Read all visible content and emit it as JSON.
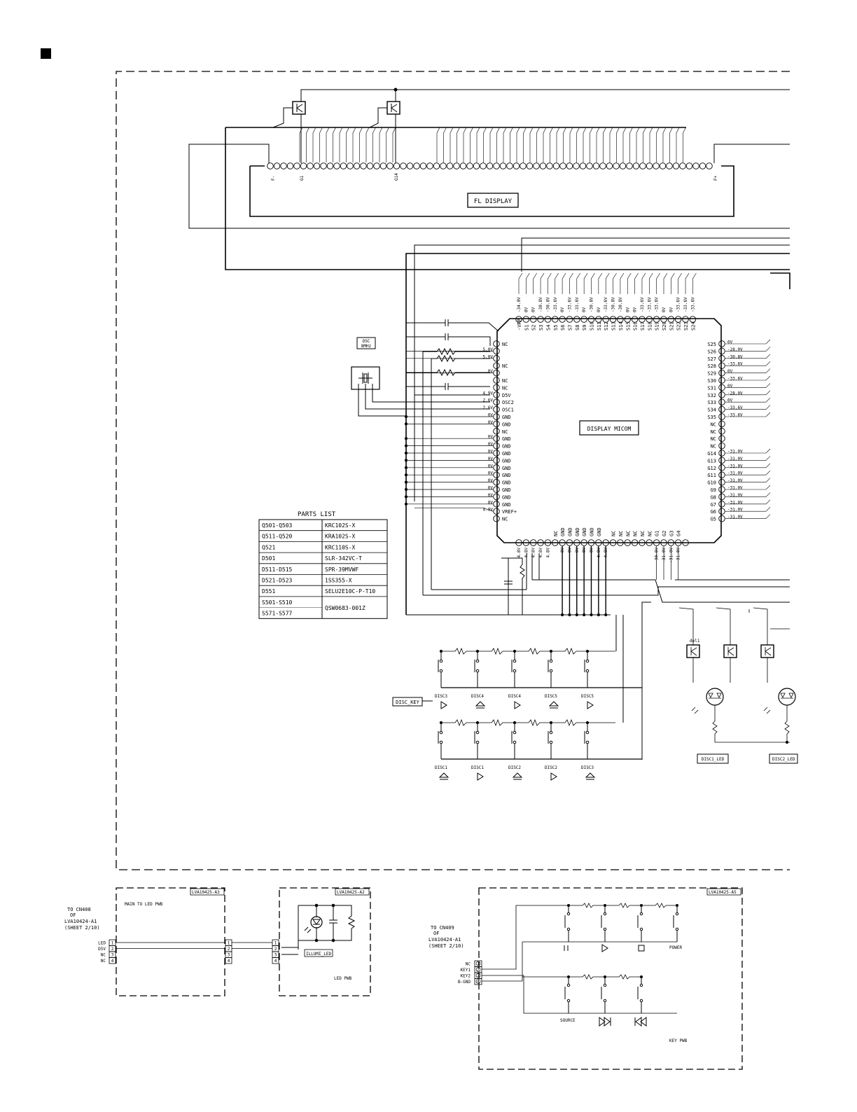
{
  "fl_display": {
    "title": "FL DISPLAY",
    "label_f_minus": "F-",
    "label_g1": "G1",
    "label_g14": "G14",
    "label_f_plus": "F+"
  },
  "micom": {
    "title": "DISPLAY MICOM",
    "osc_label_1": "OSC",
    "osc_label_2": "8MHz",
    "left_pins": [
      {
        "name": "NC",
        "v": ""
      },
      {
        "name": "",
        "v": "5.0V"
      },
      {
        "name": "",
        "v": "5.0V"
      },
      {
        "name": "NC",
        "v": ""
      },
      {
        "name": "",
        "v": "0V"
      },
      {
        "name": "NC",
        "v": ""
      },
      {
        "name": "NC",
        "v": ""
      },
      {
        "name": "D5V",
        "v": "4.9V"
      },
      {
        "name": "OSC2",
        "v": "2.6V"
      },
      {
        "name": "OSC1",
        "v": "2.6V"
      },
      {
        "name": "GND",
        "v": "0V"
      },
      {
        "name": "GND",
        "v": "0V"
      },
      {
        "name": "NC",
        "v": ""
      },
      {
        "name": "GND",
        "v": "0V"
      },
      {
        "name": "GND",
        "v": "0V"
      },
      {
        "name": "GND",
        "v": "0V"
      },
      {
        "name": "GND",
        "v": "0V"
      },
      {
        "name": "GND",
        "v": "0V"
      },
      {
        "name": "GND",
        "v": "0V"
      },
      {
        "name": "GND",
        "v": "0V"
      },
      {
        "name": "GND",
        "v": "0V"
      },
      {
        "name": "GND",
        "v": "0V"
      },
      {
        "name": "GND",
        "v": "0V"
      },
      {
        "name": "VREF+",
        "v": "4.9V"
      },
      {
        "name": "NC",
        "v": ""
      }
    ],
    "right_pins": [
      {
        "name": "S25",
        "v": "0V"
      },
      {
        "name": "S26",
        "v": "-28.0V"
      },
      {
        "name": "S27",
        "v": "-30.8V"
      },
      {
        "name": "S28",
        "v": "-33.6V"
      },
      {
        "name": "S29",
        "v": "0V"
      },
      {
        "name": "S30",
        "v": "-33.6V"
      },
      {
        "name": "S31",
        "v": "0V"
      },
      {
        "name": "S32",
        "v": "-28.0V"
      },
      {
        "name": "S33",
        "v": "0V"
      },
      {
        "name": "S34",
        "v": "-33.6V"
      },
      {
        "name": "S35",
        "v": "-33.6V"
      },
      {
        "name": "NC",
        "v": ""
      },
      {
        "name": "NC",
        "v": ""
      },
      {
        "name": "NC",
        "v": ""
      },
      {
        "name": "NC",
        "v": ""
      },
      {
        "name": "G14",
        "v": "-31.0V"
      },
      {
        "name": "G13",
        "v": "-31.0V"
      },
      {
        "name": "G12",
        "v": "-31.0V"
      },
      {
        "name": "G11",
        "v": "-31.0V"
      },
      {
        "name": "G10",
        "v": "-31.0V"
      },
      {
        "name": "G9",
        "v": "-31.0V"
      },
      {
        "name": "G8",
        "v": "-31.0V"
      },
      {
        "name": "G7",
        "v": "-31.0V"
      },
      {
        "name": "G6",
        "v": "-31.0V"
      },
      {
        "name": "G5",
        "v": "-31.0V"
      }
    ],
    "top_pins": [
      {
        "name": "-VPP",
        "v": "-34.0V"
      },
      {
        "name": "S1",
        "v": "0V"
      },
      {
        "name": "S2",
        "v": "0V"
      },
      {
        "name": "S3",
        "v": "-30.8V"
      },
      {
        "name": "S4",
        "v": "-30.8V"
      },
      {
        "name": "S5",
        "v": "-33.6V"
      },
      {
        "name": "S6",
        "v": "0V"
      },
      {
        "name": "S7",
        "v": "-33.6V"
      },
      {
        "name": "S8",
        "v": "-33.6V"
      },
      {
        "name": "S9",
        "v": "0V"
      },
      {
        "name": "S10",
        "v": "-30.8V"
      },
      {
        "name": "S11",
        "v": "0V"
      },
      {
        "name": "S12",
        "v": "-33.6V"
      },
      {
        "name": "S13",
        "v": "-30.8V"
      },
      {
        "name": "S14",
        "v": "-30.8V"
      },
      {
        "name": "S15",
        "v": "0V"
      },
      {
        "name": "S16",
        "v": "0V"
      },
      {
        "name": "S17",
        "v": "-33.6V"
      },
      {
        "name": "S18",
        "v": "-33.6V"
      },
      {
        "name": "S19",
        "v": "-33.6V"
      },
      {
        "name": "S20",
        "v": "0V"
      },
      {
        "name": "S21",
        "v": "0V"
      },
      {
        "name": "S22",
        "v": "-33.6V"
      },
      {
        "name": "S23",
        "v": "-33.6V"
      },
      {
        "name": "S24",
        "v": "-33.6V"
      }
    ],
    "bottom_pins": [
      {
        "name": "",
        "v": "4.8V"
      },
      {
        "name": "",
        "v": "4.8V"
      },
      {
        "name": "",
        "v": "4.8V"
      },
      {
        "name": "",
        "v": "4.8V"
      },
      {
        "name": "",
        "v": "4.8V"
      },
      {
        "name": "NC",
        "v": ""
      },
      {
        "name": "GND",
        "v": "0V"
      },
      {
        "name": "GND",
        "v": "0V"
      },
      {
        "name": "GND",
        "v": "0V"
      },
      {
        "name": "GND",
        "v": "0V"
      },
      {
        "name": "GND",
        "v": "0V"
      },
      {
        "name": "GND",
        "v": "4.8V"
      },
      {
        "name": "",
        "v": "4.8V"
      },
      {
        "name": "NC",
        "v": ""
      },
      {
        "name": "NC",
        "v": ""
      },
      {
        "name": "NC",
        "v": ""
      },
      {
        "name": "NC",
        "v": ""
      },
      {
        "name": "NC",
        "v": ""
      },
      {
        "name": "NC",
        "v": ""
      },
      {
        "name": "G1",
        "v": "-30.8V"
      },
      {
        "name": "G2",
        "v": "-31.0V"
      },
      {
        "name": "G3",
        "v": "-31.0V"
      },
      {
        "name": "G4",
        "v": "-31.0V"
      },
      {
        "name": "",
        "": ""
      }
    ]
  },
  "parts_list": {
    "title": "PARTS LIST",
    "rows": [
      [
        "Q501-Q503",
        "KRC102S-X"
      ],
      [
        "Q511-Q520",
        "KRA102S-X"
      ],
      [
        "Q521",
        "KRC110S-X"
      ],
      [
        "D501",
        "SLR-342VC-T"
      ],
      [
        "D511-D515",
        "SPR-39MVWF"
      ],
      [
        "D521-D523",
        "1SS355-X"
      ],
      [
        "D551",
        "SELU2E10C-P-T10"
      ],
      [
        "S501-S510",
        "QSW0683-001Z"
      ],
      [
        "S571-S577",
        ""
      ]
    ]
  },
  "disc_key": {
    "label": "DISC_KEY",
    "row1": [
      "DISC3",
      "DISC4",
      "DISC4",
      "DISC5",
      "DISC5"
    ],
    "row2": [
      "DISC1",
      "DISC1",
      "DISC2",
      "DISC2",
      "DISC3"
    ],
    "led_labels": [
      "DISC1_LED",
      "DISC2_LED"
    ],
    "transistor_ref": "del1"
  },
  "panel_a3": {
    "tag": "LVA10425-A3",
    "title": "MAIN TO LED PWB",
    "to_1": "TO CN408",
    "to_2": "OF",
    "to_3": "LVA10424-A1",
    "to_4": "(SHEET 2/10)",
    "pins": [
      "LED",
      "D5V",
      "NC",
      "NC"
    ]
  },
  "panel_a2": {
    "tag": "LVA10425-A2",
    "led_label": "ILLUMI_LED",
    "pwb": "LED PWB"
  },
  "panel_a5": {
    "tag": "LVA10425-A5",
    "to_1": "TO CN409",
    "to_2": "OF",
    "to_3": "LVA10424-A1",
    "to_4": "(SHEET 2/10)",
    "pins": [
      "NC",
      "KEY1",
      "KEY2",
      "B-GND"
    ],
    "power": "POWER",
    "source": "SOURCE",
    "pwb": "KEY PWB"
  }
}
